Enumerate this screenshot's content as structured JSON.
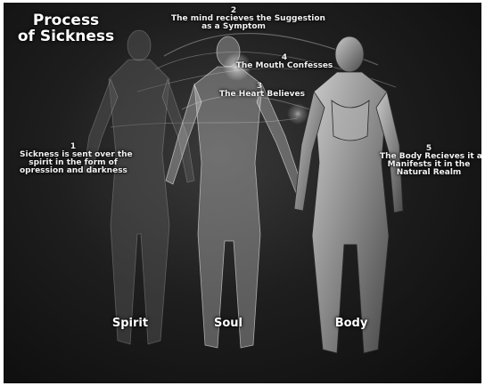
{
  "title": {
    "line1": "Process",
    "line2": "of Sickness"
  },
  "steps": [
    {
      "number": "1",
      "lines": [
        "Sickness is sent over the",
        "spirit in the form of",
        "opression and darkness"
      ]
    },
    {
      "number": "2",
      "lines": [
        "The mind recieves the Suggestion",
        "as a Symptom"
      ]
    },
    {
      "number": "3",
      "lines": [
        "The Heart Believes"
      ]
    },
    {
      "number": "4",
      "lines": [
        "The Mouth Confesses"
      ]
    },
    {
      "number": "5",
      "lines": [
        "The Body Recieves it and",
        "Manifests it in the",
        "Natural Realm"
      ]
    }
  ],
  "figures": {
    "spirit": "Spirit",
    "soul": "Soul",
    "body": "Body"
  }
}
